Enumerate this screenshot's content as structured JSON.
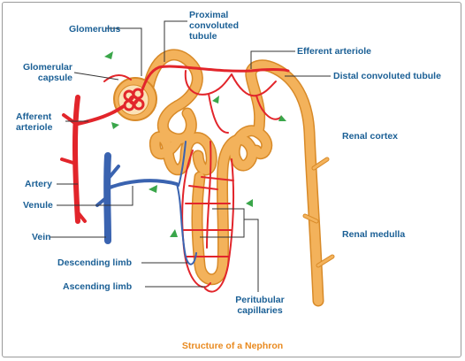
{
  "caption": "Structure of a Nephron",
  "labels": {
    "glomerulus": "Glomerulus",
    "proximal": "Proximal\nconvoluted\ntubule",
    "efferent": "Efferent arteriole",
    "distal": "Distal convoluted tubule",
    "capsule": "Glomerular\ncapsule",
    "afferent": "Afferent\narteriole",
    "cortex": "Renal cortex",
    "artery": "Artery",
    "venule": "Venule",
    "vein": "Vein",
    "medulla": "Renal medulla",
    "descending": "Descending limb",
    "ascending": "Ascending limb",
    "peritubular": "Peritubular\ncapillaries"
  },
  "colors": {
    "label_text": "#1a5f95",
    "caption_text": "#e98a1f",
    "tubule_fill": "#f3b25b",
    "tubule_outline": "#d88a28",
    "artery_red": "#e2252b",
    "vein_blue": "#3a63b0",
    "flow_arrow_green": "#3aa64a"
  }
}
